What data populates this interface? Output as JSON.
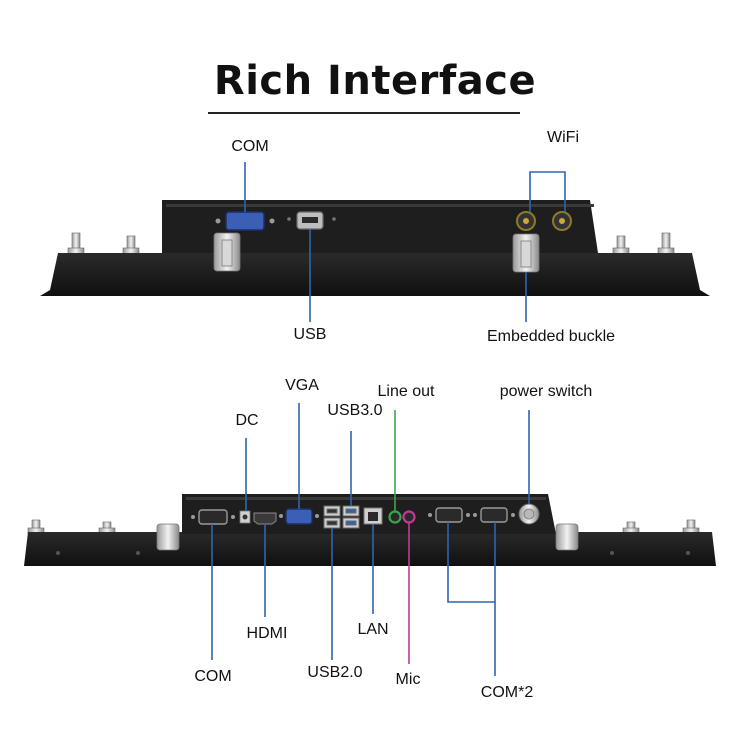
{
  "title": "Rich Interface",
  "colors": {
    "panel": "#1b1b1b",
    "port_blue": "#3b5fb5",
    "leader_blue": "#2f63b3",
    "audio_green": "#3aa64a",
    "audio_pink": "#c2399b"
  },
  "top_view": {
    "labels": {
      "com": "COM",
      "usb": "USB",
      "wifi": "WiFi",
      "buckle": "Embedded buckle"
    }
  },
  "bottom_view": {
    "labels": {
      "dc": "DC",
      "vga": "VGA",
      "usb3": "USB3.0",
      "line_out": "Line out",
      "power_switch": "power switch",
      "hdmi": "HDMI",
      "lan": "LAN",
      "com": "COM",
      "usb2": "USB2.0",
      "mic": "Mic",
      "com2": "COM*2"
    }
  }
}
